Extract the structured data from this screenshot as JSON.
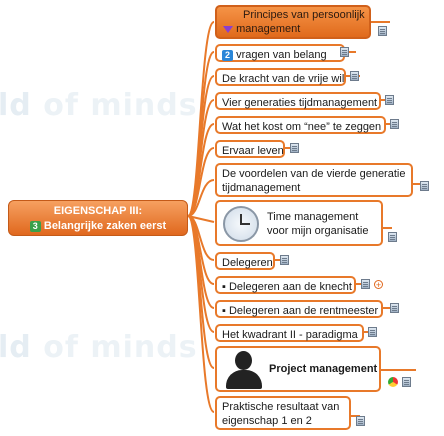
{
  "watermark": {
    "text_main": "ld",
    "text_sub": "of minds"
  },
  "central": {
    "line1": "EIGENSCHAP III:",
    "line2": "Belangrijke zaken eerst",
    "badge": "3"
  },
  "branches": {
    "principes": {
      "line1": "Principes van persoonlijk",
      "line2": "management"
    },
    "vragen": {
      "badge": "2",
      "label": "vragen van belang"
    },
    "kracht": {
      "label": "De kracht van de vrije wil"
    },
    "generaties": {
      "label": "Vier generaties tijdmanagement"
    },
    "nee": {
      "label": "Wat het kost om “nee” te zeggen"
    },
    "ervaar": {
      "label": "Ervaar leven"
    },
    "voordelen": {
      "line1": "De voordelen van de vierde generatie",
      "line2": "tijdmanagement"
    },
    "time": {
      "line1": "Time management",
      "line2": "voor mijn organisatie"
    },
    "delegeren": {
      "label": "Delegeren"
    },
    "knecht": {
      "label": "▪ Delegeren aan de knecht"
    },
    "rentmeester": {
      "label": "▪ Delegeren aan de rentmeester"
    },
    "kwadrant": {
      "label": "Het kwadrant II - paradigma"
    },
    "project": {
      "label": "Project management"
    },
    "resultaat": {
      "line1": "Praktische resultaat van",
      "line2": "eigenschap 1 en 2"
    }
  },
  "colors": {
    "branch": "#e8792a",
    "central": "#e0681e"
  },
  "icons": [
    "note-icon",
    "plus-icon",
    "chrome-icon",
    "clock-icon",
    "person-icon",
    "arrow-down-icon"
  ]
}
